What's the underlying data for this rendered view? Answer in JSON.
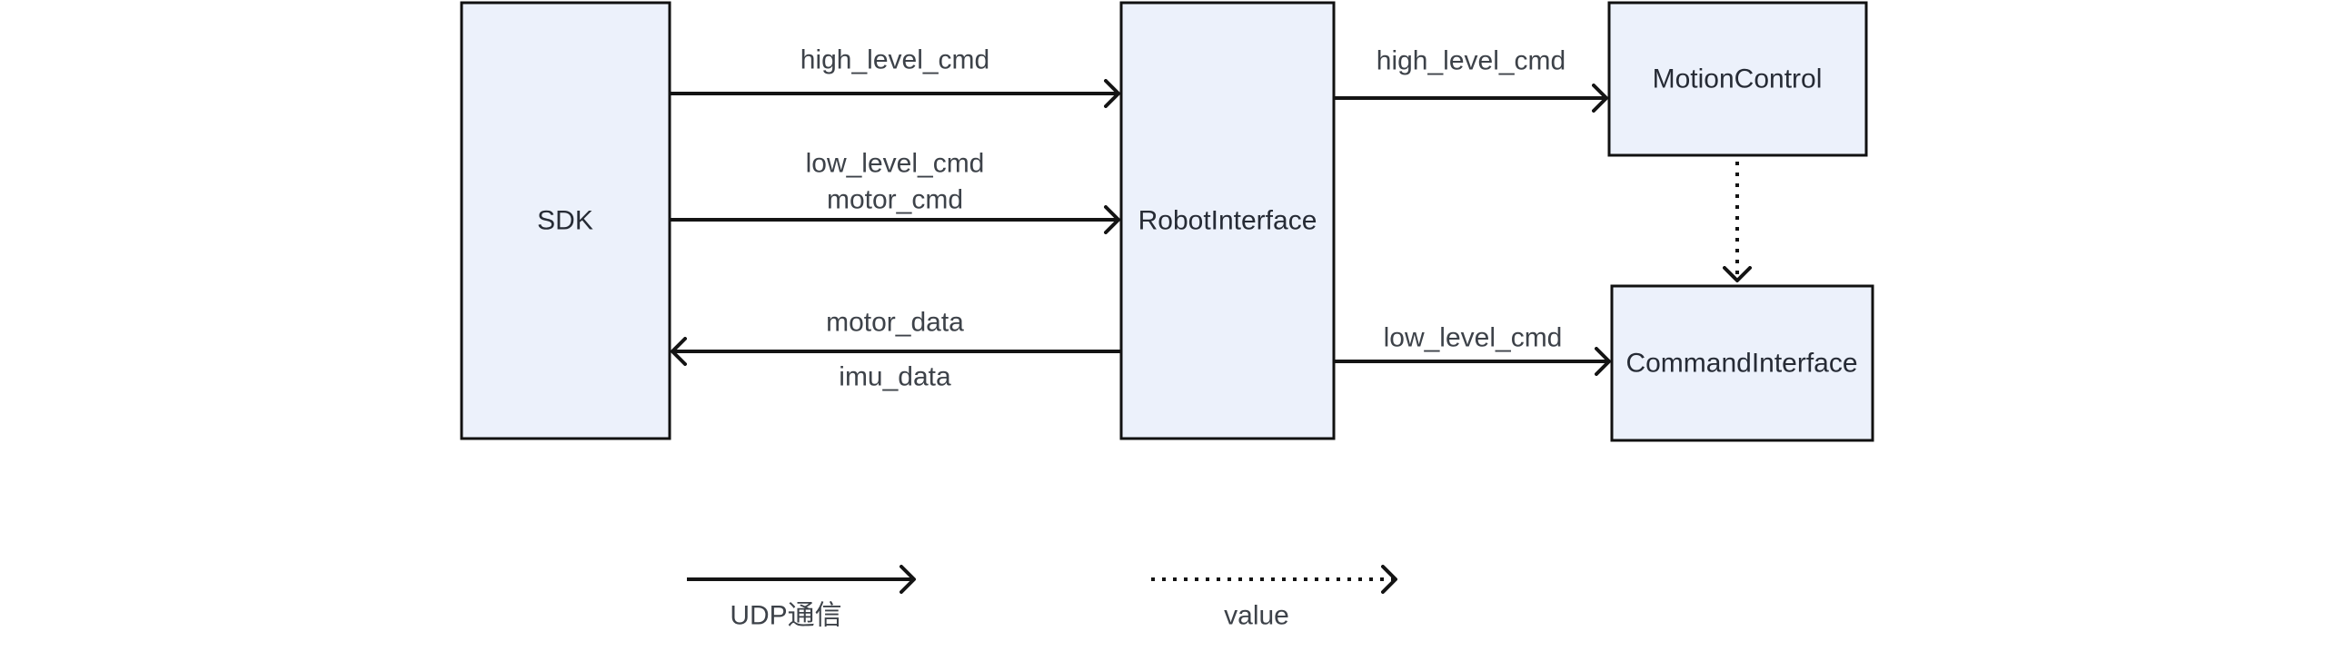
{
  "diagram": {
    "nodes": {
      "sdk": {
        "label": "SDK"
      },
      "robot_interface": {
        "label": "RobotInterface"
      },
      "motion_control": {
        "label": "MotionControl"
      },
      "command_interface": {
        "label": "CommandInterface"
      }
    },
    "edges": {
      "sdk_to_robot_high": {
        "label": "high_level_cmd",
        "line_style": "solid"
      },
      "sdk_to_robot_low": {
        "labels": [
          "low_level_cmd",
          "motor_cmd"
        ],
        "line_style": "solid"
      },
      "robot_to_sdk_data": {
        "labels": [
          "motor_data",
          "imu_data"
        ],
        "line_style": "solid"
      },
      "robot_to_motion": {
        "label": "high_level_cmd",
        "line_style": "solid"
      },
      "robot_to_command": {
        "label": "low_level_cmd",
        "line_style": "solid"
      },
      "motion_to_command": {
        "line_style": "dotted"
      }
    },
    "legend": {
      "udp": {
        "label": "UDP通信",
        "line_style": "solid"
      },
      "value": {
        "label": "value",
        "line_style": "dotted"
      }
    },
    "colors": {
      "background": "#ffffff",
      "node_fill": "#ecf1fb",
      "node_border": "#111111",
      "arrow": "#141414",
      "node_text": "#262b35",
      "edge_text": "#3d4249"
    }
  }
}
